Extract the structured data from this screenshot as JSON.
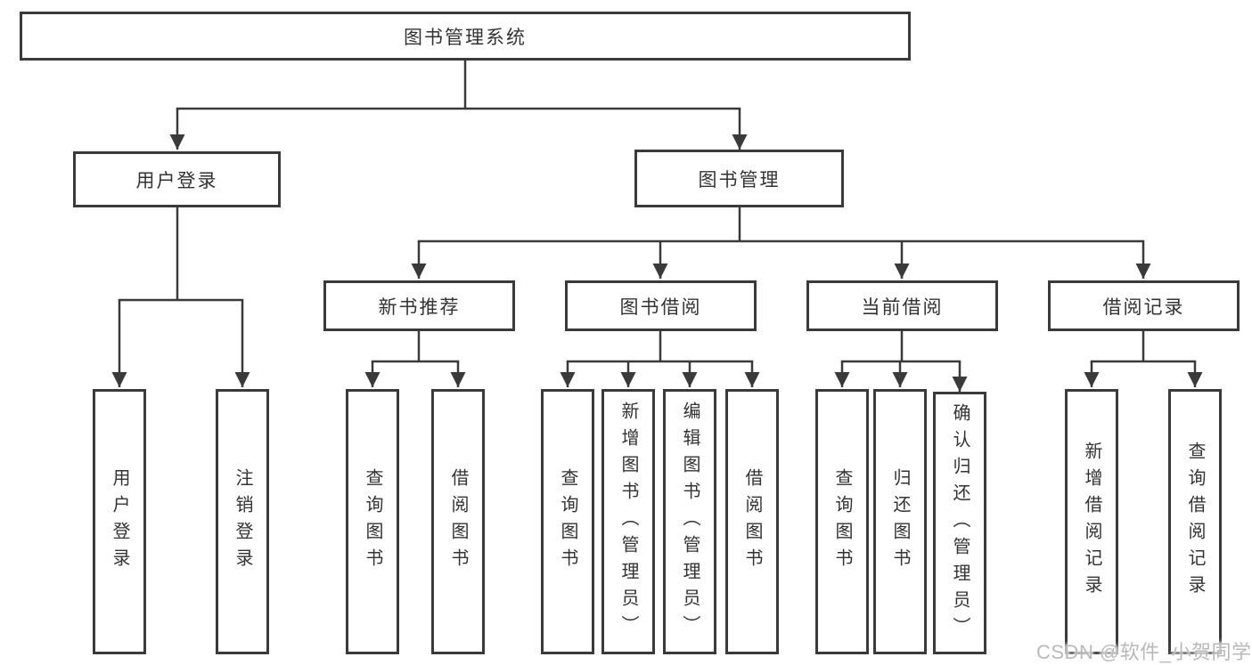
{
  "colors": {
    "background": "#ffffff",
    "line": "#3a3a3a",
    "box_border": "#3a3a3a",
    "box_fill": "#ffffff",
    "text": "#333333",
    "watermark": "#b9b9b9"
  },
  "nodes": {
    "root": {
      "label": "图书管理系统"
    },
    "level2": [
      {
        "label": "用户登录"
      },
      {
        "label": "图书管理"
      }
    ],
    "level3": [
      {
        "label": "新书推荐",
        "parent": "图书管理"
      },
      {
        "label": "图书借阅",
        "parent": "图书管理"
      },
      {
        "label": "当前借阅",
        "parent": "图书管理"
      },
      {
        "label": "借阅记录",
        "parent": "图书管理"
      }
    ],
    "leaves": [
      {
        "label": "用户登录",
        "parent": "用户登录"
      },
      {
        "label": "注销登录",
        "parent": "用户登录"
      },
      {
        "label": "查询图书",
        "parent": "新书推荐"
      },
      {
        "label": "借阅图书",
        "parent": "新书推荐"
      },
      {
        "label": "查询图书",
        "parent": "图书借阅"
      },
      {
        "label": "新增图书（管理员）",
        "parent": "图书借阅"
      },
      {
        "label": "编辑图书（管理员）",
        "parent": "图书借阅"
      },
      {
        "label": "借阅图书",
        "parent": "图书借阅"
      },
      {
        "label": "查询图书",
        "parent": "当前借阅"
      },
      {
        "label": "归还图书",
        "parent": "当前借阅"
      },
      {
        "label": "确认归还（管理员）",
        "parent": "当前借阅"
      },
      {
        "label": "新增借阅记录",
        "parent": "借阅记录"
      },
      {
        "label": "查询借阅记录",
        "parent": "借阅记录"
      }
    ]
  },
  "watermark": {
    "text": "CSDN @软件_小贺同学"
  }
}
